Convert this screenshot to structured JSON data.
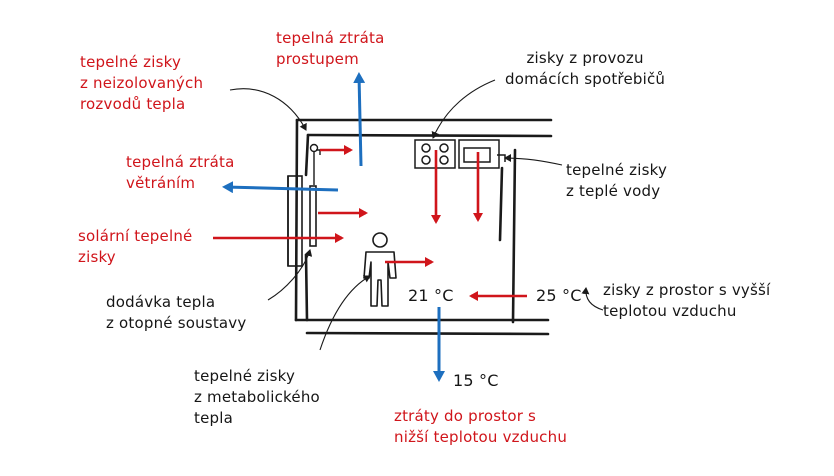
{
  "colors": {
    "heat_gain": "#d0151b",
    "heat_loss": "#1d6fbf",
    "structure": "#1a1a1a",
    "background": "#ffffff"
  },
  "labels": {
    "transmission_loss": [
      "tepelná ztráta",
      "prostupem"
    ],
    "uninsulated_gain": [
      "tepelné zisky",
      "z neizolovaných",
      "rozvodů tepla"
    ],
    "appliance_gain": [
      "zisky z provozu",
      "domácích spotřebičů"
    ],
    "ventilation_loss": [
      "tepelná ztráta",
      "větráním"
    ],
    "hot_water_gain": [
      "tepelné zisky",
      "z teplé vody"
    ],
    "solar_gain": [
      "solární tepelné",
      "zisky"
    ],
    "warmer_room_gain": [
      "zisky z prostor s vyšší",
      "teplotou vzduchu"
    ],
    "heating_supply": [
      "dodávka tepla",
      "z otopné soustavy"
    ],
    "metabolic_gain": [
      "tepelné zisky",
      "z metabolického",
      "tepla"
    ],
    "cooler_room_loss": [
      "ztráty do prostor s",
      "nižší teplotou vzduchu"
    ]
  },
  "temperatures": {
    "inside": "21 °C",
    "neighbor": "25 °C",
    "below": "15 °C"
  }
}
